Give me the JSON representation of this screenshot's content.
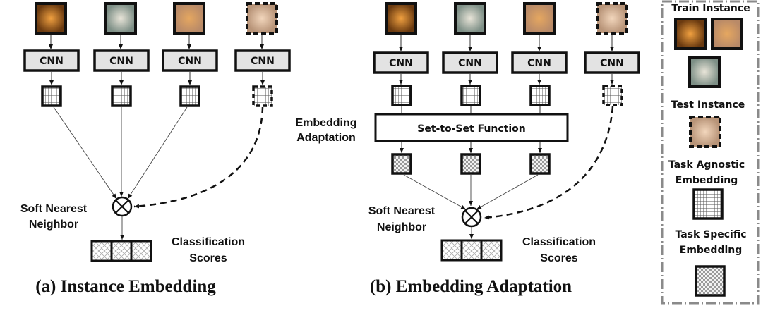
{
  "panel_a": {
    "images": [
      "tiger-photo",
      "white-dog-photo",
      "orange-cat-photo",
      "kitten-photo"
    ],
    "cnn_label": "CNN",
    "snn_label_line1": "Soft Nearest",
    "snn_label_line2": "Neighbor",
    "scores_label_line1": "Classification",
    "scores_label_line2": "Scores",
    "caption": "(a) Instance Embedding"
  },
  "panel_b": {
    "images": [
      "tiger-photo",
      "white-dog-photo",
      "orange-cat-photo",
      "kitten-photo"
    ],
    "cnn_label": "CNN",
    "adapt_label_line1": "Embedding",
    "adapt_label_line2": "Adaptation",
    "set_function_label": "Set-to-Set Function",
    "snn_label_line1": "Soft Nearest",
    "snn_label_line2": "Neighbor",
    "scores_label_line1": "Classification",
    "scores_label_line2": "Scores",
    "caption": "(b) Embedding Adaptation"
  },
  "legend": {
    "train_title": "Train Instance",
    "test_title": "Test Instance",
    "agnostic_line1": "Task Agnostic",
    "agnostic_line2": "Embedding",
    "specific_line1": "Task Specific",
    "specific_line2": "Embedding"
  },
  "colors": {
    "cnn_fill": "#e3e3e3",
    "legend_border": "#8a8a8a",
    "tiger": "#c8762a",
    "dog": "#c9c6bb",
    "cat": "#d49a5a",
    "kitten": "#e2c2a4"
  }
}
